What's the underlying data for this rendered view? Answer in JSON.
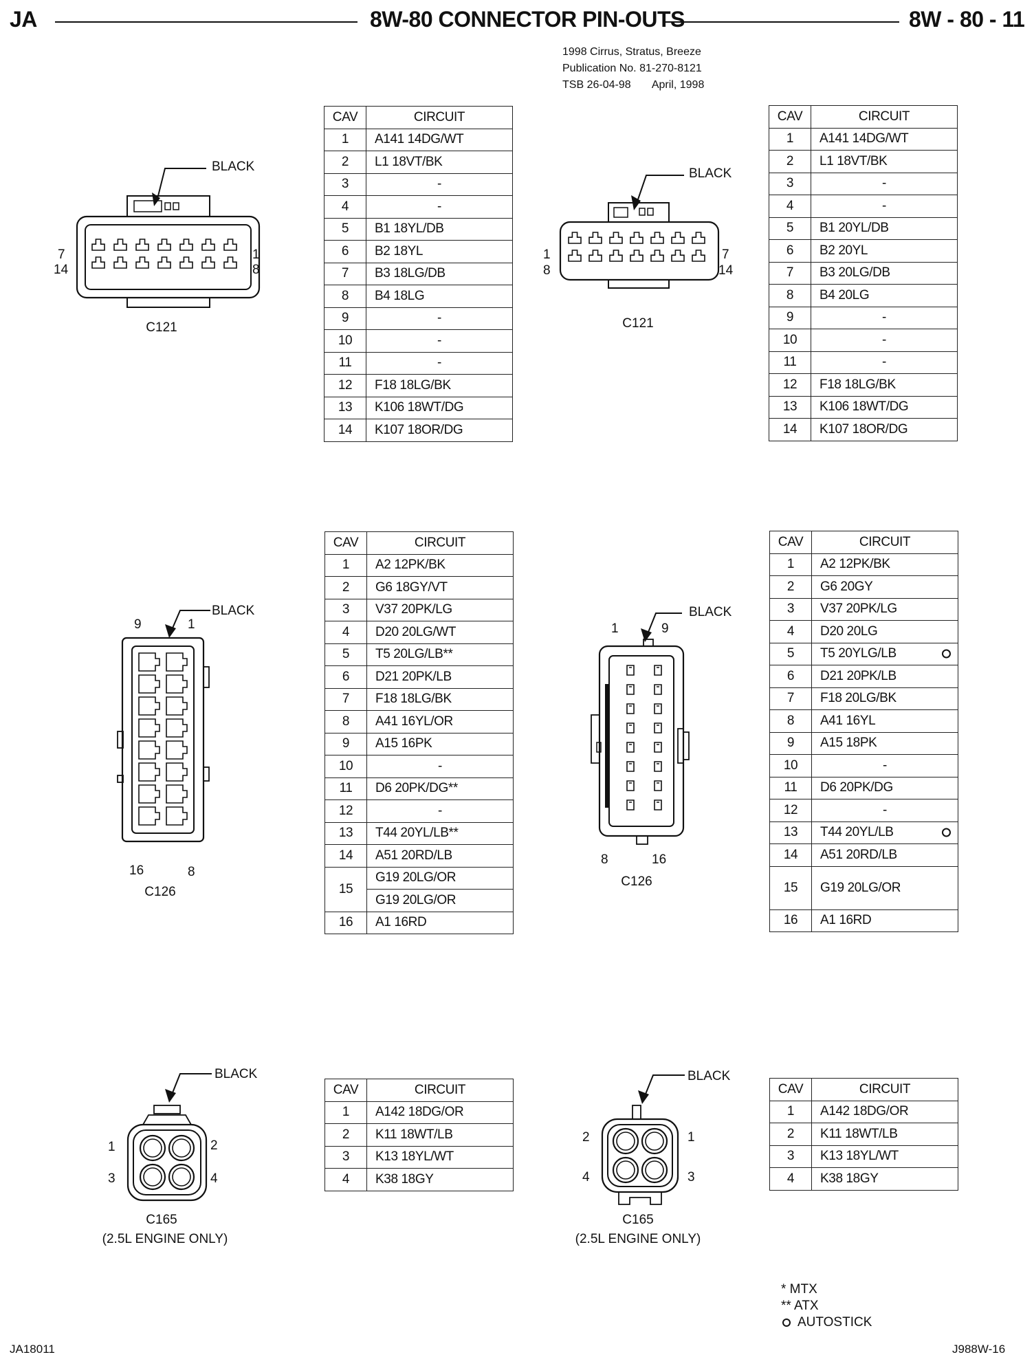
{
  "header": {
    "left": "JA",
    "title": "8W-80 CONNECTOR PIN-OUTS",
    "page": "8W - 80 - 11"
  },
  "publication": [
    "1998 Cirrus, Stratus, Breeze",
    "Publication No. 81-270-8121",
    "TSB 26-04-98       April, 1998"
  ],
  "columns": {
    "cav": "CAV",
    "circuit": "CIRCUIT"
  },
  "tables": {
    "c121_left": [
      [
        "1",
        "A141 14DG/WT"
      ],
      [
        "2",
        "L1 18VT/BK"
      ],
      [
        "3",
        "-"
      ],
      [
        "4",
        "-"
      ],
      [
        "5",
        "B1 18YL/DB"
      ],
      [
        "6",
        "B2 18YL"
      ],
      [
        "7",
        "B3 18LG/DB"
      ],
      [
        "8",
        "B4 18LG"
      ],
      [
        "9",
        "-"
      ],
      [
        "10",
        "-"
      ],
      [
        "11",
        "-"
      ],
      [
        "12",
        "F18 18LG/BK"
      ],
      [
        "13",
        "K106 18WT/DG"
      ],
      [
        "14",
        "K107 18OR/DG"
      ]
    ],
    "c121_right": [
      [
        "1",
        "A141 14DG/WT"
      ],
      [
        "2",
        "L1 18VT/BK"
      ],
      [
        "3",
        "-"
      ],
      [
        "4",
        "-"
      ],
      [
        "5",
        "B1 20YL/DB"
      ],
      [
        "6",
        "B2 20YL"
      ],
      [
        "7",
        "B3 20LG/DB"
      ],
      [
        "8",
        "B4 20LG"
      ],
      [
        "9",
        "-"
      ],
      [
        "10",
        "-"
      ],
      [
        "11",
        "-"
      ],
      [
        "12",
        "F18 18LG/BK"
      ],
      [
        "13",
        "K106 18WT/DG"
      ],
      [
        "14",
        "K107 18OR/DG"
      ]
    ],
    "c126_left": [
      [
        "1",
        "A2 12PK/BK"
      ],
      [
        "2",
        "G6 18GY/VT"
      ],
      [
        "3",
        "V37 20PK/LG"
      ],
      [
        "4",
        "D20 20LG/WT"
      ],
      [
        "5",
        "T5 20LG/LB**"
      ],
      [
        "6",
        "D21 20PK/LB"
      ],
      [
        "7",
        "F18 18LG/BK"
      ],
      [
        "8",
        "A41 16YL/OR"
      ],
      [
        "9",
        "A15 16PK"
      ],
      [
        "10",
        "-"
      ],
      [
        "11",
        "D6 20PK/DG**"
      ],
      [
        "12",
        "-"
      ],
      [
        "13",
        "T44 20YL/LB**"
      ],
      [
        "14",
        "A51 20RD/LB"
      ],
      [
        "15",
        "G19 20LG/OR",
        "G19 20LG/OR"
      ],
      [
        "16",
        "A1 16RD"
      ]
    ],
    "c126_right": [
      [
        "1",
        "A2 12PK/BK"
      ],
      [
        "2",
        "G6 20GY"
      ],
      [
        "3",
        "V37 20PK/LG"
      ],
      [
        "4",
        "D20 20LG"
      ],
      [
        "5",
        "T5 20YLG/LB"
      ],
      [
        "6",
        "D21 20PK/LB"
      ],
      [
        "7",
        "F18 20LG/BK"
      ],
      [
        "8",
        "A41 16YL"
      ],
      [
        "9",
        "A15 18PK"
      ],
      [
        "10",
        "-"
      ],
      [
        "11",
        "D6 20PK/DG"
      ],
      [
        "12",
        "-"
      ],
      [
        "13",
        "T44 20YL/LB"
      ],
      [
        "14",
        "A51 20RD/LB"
      ],
      [
        "15",
        "G19 20LG/OR"
      ],
      [
        "16",
        "A1 16RD"
      ]
    ],
    "c165_left": [
      [
        "1",
        "A142 18DG/OR"
      ],
      [
        "2",
        "K11 18WT/LB"
      ],
      [
        "3",
        "K13 18YL/WT"
      ],
      [
        "4",
        "K38 18GY"
      ]
    ],
    "c165_right": [
      [
        "1",
        "A142 18DG/OR"
      ],
      [
        "2",
        "K11 18WT/LB"
      ],
      [
        "3",
        "K13 18YL/WT"
      ],
      [
        "4",
        "K38 18GY"
      ]
    ]
  },
  "connectors": {
    "color_label": "BLACK",
    "c121": {
      "name": "C121",
      "pins_l": [
        "7",
        "14"
      ],
      "pins_r": [
        "1",
        "8"
      ]
    },
    "c121b": {
      "name": "C121",
      "pins_l": [
        "1",
        "8"
      ],
      "pins_r": [
        "7",
        "14"
      ]
    },
    "c126": {
      "name": "C126",
      "top_l": "9",
      "top_r": "1",
      "bot_l": "16",
      "bot_r": "8"
    },
    "c126b": {
      "name": "C126",
      "top_l": "1",
      "top_r": "9",
      "bot_l": "8",
      "bot_r": "16"
    },
    "c165": {
      "name": "C165",
      "note": "(2.5L ENGINE ONLY)",
      "p1": "1",
      "p2": "2",
      "p3": "3",
      "p4": "4"
    },
    "c165b": {
      "name": "C165",
      "note": "(2.5L ENGINE ONLY)",
      "p1": "2",
      "p2": "1",
      "p3": "4",
      "p4": "3"
    }
  },
  "legend": [
    "* MTX",
    "** ATX",
    "AUTOSTICK"
  ],
  "footer": {
    "left": "JA18011",
    "right": "J988W-16"
  }
}
